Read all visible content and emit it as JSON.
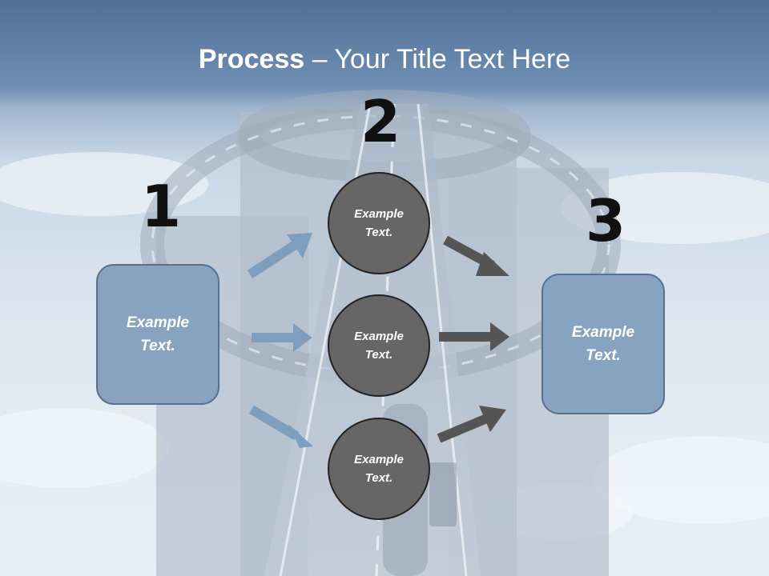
{
  "slide": {
    "title_bold": "Process",
    "title_rest": " – Your Title Text Here"
  },
  "steps": {
    "one": "1",
    "two": "2",
    "three": "3"
  },
  "left_box": {
    "label": "Example\nText."
  },
  "right_box": {
    "label": "Example\nText."
  },
  "circles": [
    {
      "label": "Example\nText."
    },
    {
      "label": "Example\nText."
    },
    {
      "label": "Example\nText."
    }
  ],
  "colors": {
    "box_fill": "#87a3c0",
    "circle_fill": "#666666",
    "arrow_blue": "#7f9dbd",
    "arrow_gray": "#555555"
  }
}
